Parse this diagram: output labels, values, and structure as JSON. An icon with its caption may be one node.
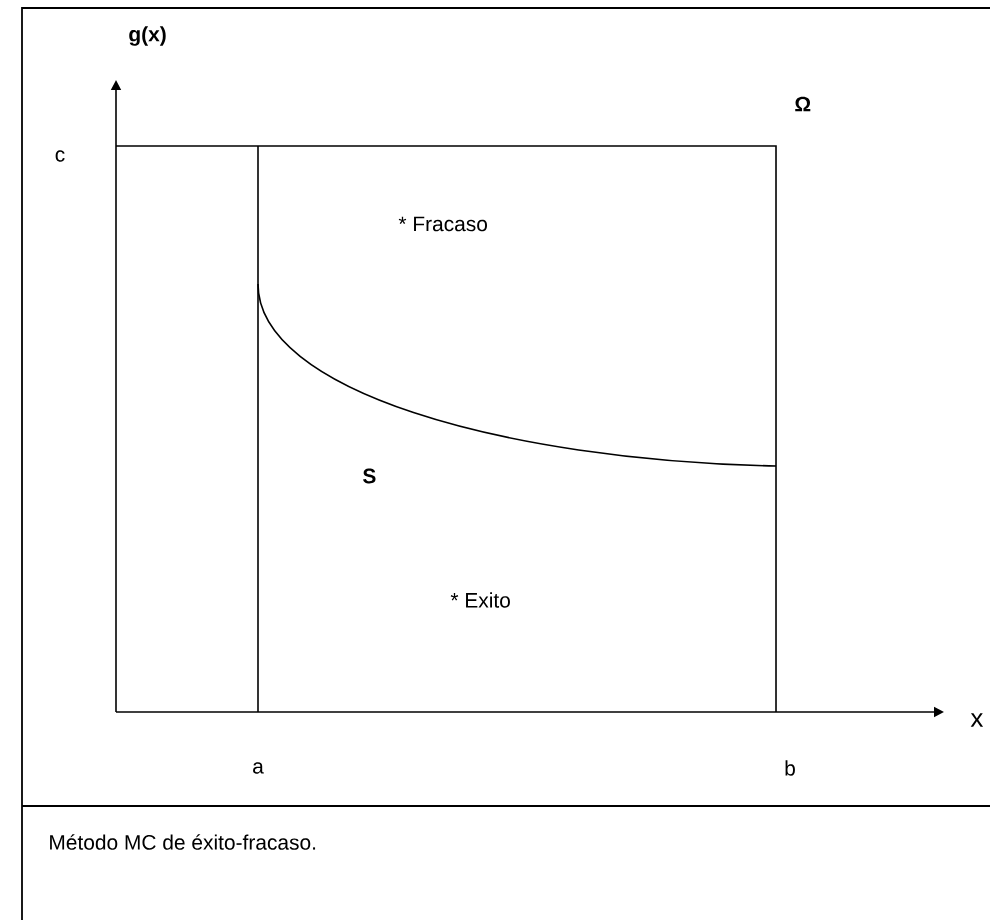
{
  "diagram": {
    "caption": "Método MC de éxito-fracaso.",
    "labels": [
      "g(x)",
      "Ω",
      "c",
      "* Fracaso",
      "S",
      "* Exito",
      "x",
      "a",
      "b"
    ]
  }
}
